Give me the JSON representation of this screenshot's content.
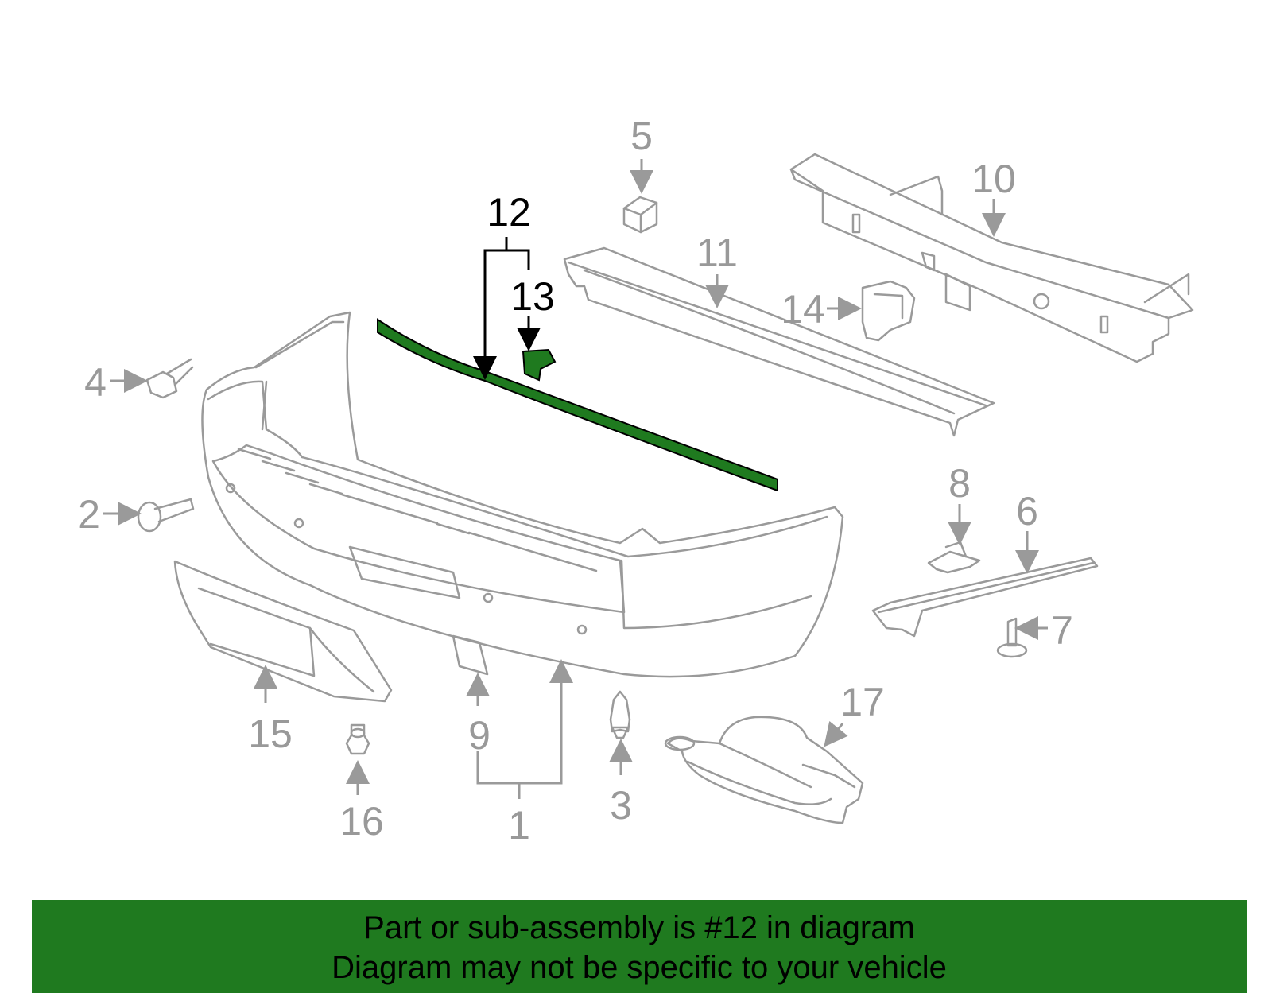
{
  "callouts": {
    "c1": "1",
    "c2": "2",
    "c3": "3",
    "c4": "4",
    "c5": "5",
    "c6": "6",
    "c7": "7",
    "c8": "8",
    "c9": "9",
    "c10": "10",
    "c11": "11",
    "c12": "12",
    "c13": "13",
    "c14": "14",
    "c15": "15",
    "c16": "16",
    "c17": "17"
  },
  "selected_part": "12",
  "colors": {
    "highlight": "#1f7a1f",
    "part_line": "#9a9a9a",
    "selected_label": "#000000",
    "banner_bg": "#1f7a1f"
  },
  "banner": {
    "line1": "Part or sub-assembly is #12 in diagram",
    "line2": "Diagram may not be specific to your vehicle"
  }
}
